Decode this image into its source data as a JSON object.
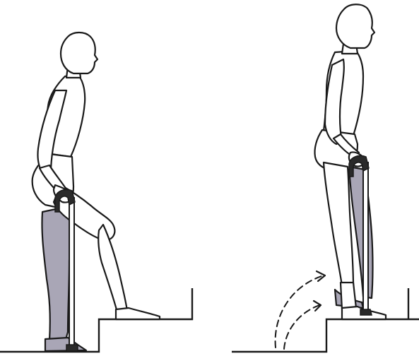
{
  "figures": [
    {
      "name": "left-panel",
      "pose": "standing-one-foot-on-step",
      "aid": "walking-cane"
    },
    {
      "name": "right-panel",
      "pose": "both-feet-on-step",
      "aid": "walking-cane",
      "motion_arrows": 2
    }
  ],
  "colors": {
    "line": "#1a1a1a",
    "shaded_leg": "#a9a6b6",
    "background": "#ffffff"
  }
}
